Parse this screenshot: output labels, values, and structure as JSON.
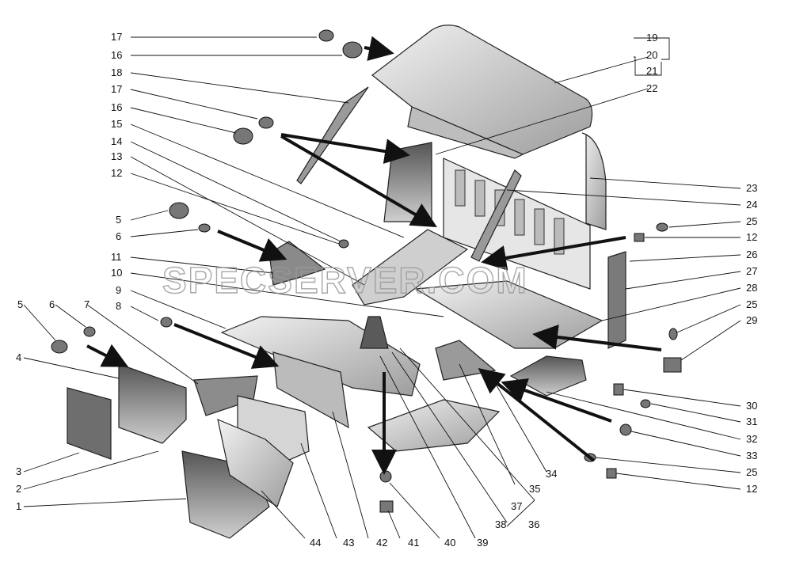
{
  "watermark": "SPECSERVER.COM",
  "callouts_left": [
    "17",
    "16",
    "18",
    "17",
    "16",
    "15",
    "14",
    "13",
    "12",
    "5",
    "6",
    "11",
    "10",
    "9",
    "8",
    "5",
    "6",
    "7",
    "4",
    "3",
    "2",
    "1"
  ],
  "callouts_right": [
    "19",
    "20",
    "21",
    "22",
    "23",
    "24",
    "25",
    "12",
    "26",
    "27",
    "28",
    "25",
    "29",
    "30",
    "31",
    "32",
    "33",
    "25",
    "12"
  ],
  "callouts_bottom": [
    "44",
    "43",
    "42",
    "41",
    "40",
    "39",
    "38",
    "36",
    "37",
    "35",
    "34"
  ]
}
